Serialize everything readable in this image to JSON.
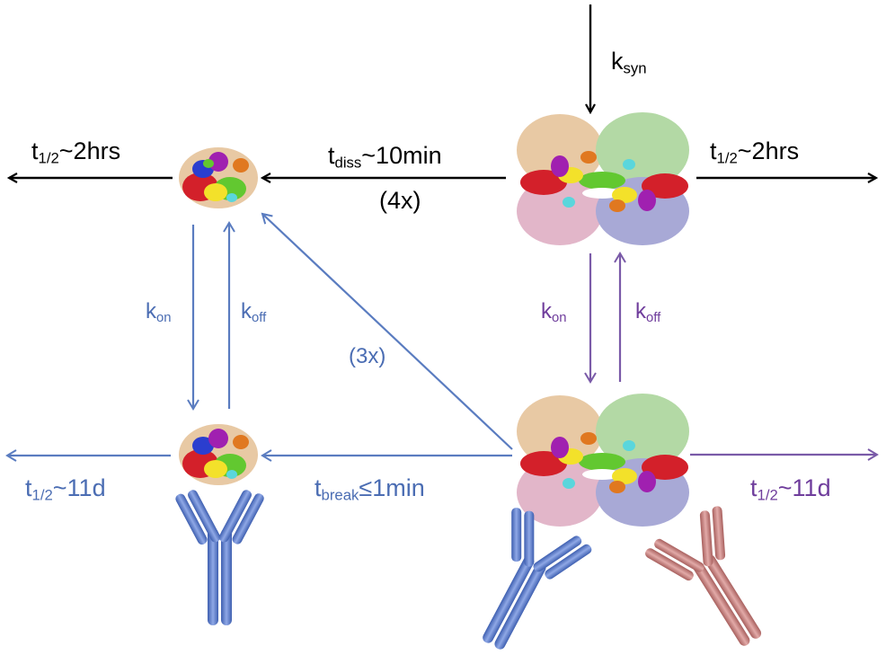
{
  "colors": {
    "black": "#000000",
    "blue": "#5a7cc0",
    "purple": "#7a5aa8",
    "antibody_blue": "#5b7fcf",
    "antibody_red": "#c07a78",
    "protein_tan": "#e8c9a4",
    "protein_green": "#b3d9a5",
    "protein_pink": "#e2b6c9",
    "protein_lavender": "#a8a9d6",
    "patch_red": "#d3202a",
    "patch_purple": "#a020b0",
    "patch_blue": "#2b3ecf",
    "patch_yellow": "#f3e12a",
    "patch_orange": "#e07820",
    "patch_lime": "#62c830",
    "patch_cyan": "#5ad6dc"
  },
  "labels": {
    "ksyn": {
      "main": "k",
      "sub": "syn",
      "rest": ""
    },
    "t_diss": {
      "main": "t",
      "sub": "diss",
      "rest": "~10min"
    },
    "four_x": "(4x)",
    "half_life_left_top": {
      "main": "t",
      "sub": "1/2",
      "rest": "~2hrs"
    },
    "half_life_right_top": {
      "main": "t",
      "sub": "1/2",
      "rest": "~2hrs"
    },
    "kon_left": {
      "main": "k",
      "sub": "on"
    },
    "koff_left": {
      "main": "k",
      "sub": "off"
    },
    "three_x": "(3x)",
    "kon_right": {
      "main": "k",
      "sub": "on"
    },
    "koff_right": {
      "main": "k",
      "sub": "off"
    },
    "half_life_left_bottom": {
      "main": "t",
      "sub": "1/2",
      "rest": "~11d"
    },
    "t_break": {
      "main": "t",
      "sub": "break",
      "rest": "≤1min"
    },
    "half_life_right_bottom": {
      "main": "t",
      "sub": "1/2",
      "rest": "~11d"
    }
  },
  "structures": {
    "monomer": "protein-monomer",
    "tetramer": "protein-tetramer",
    "antibody": "antibody"
  }
}
